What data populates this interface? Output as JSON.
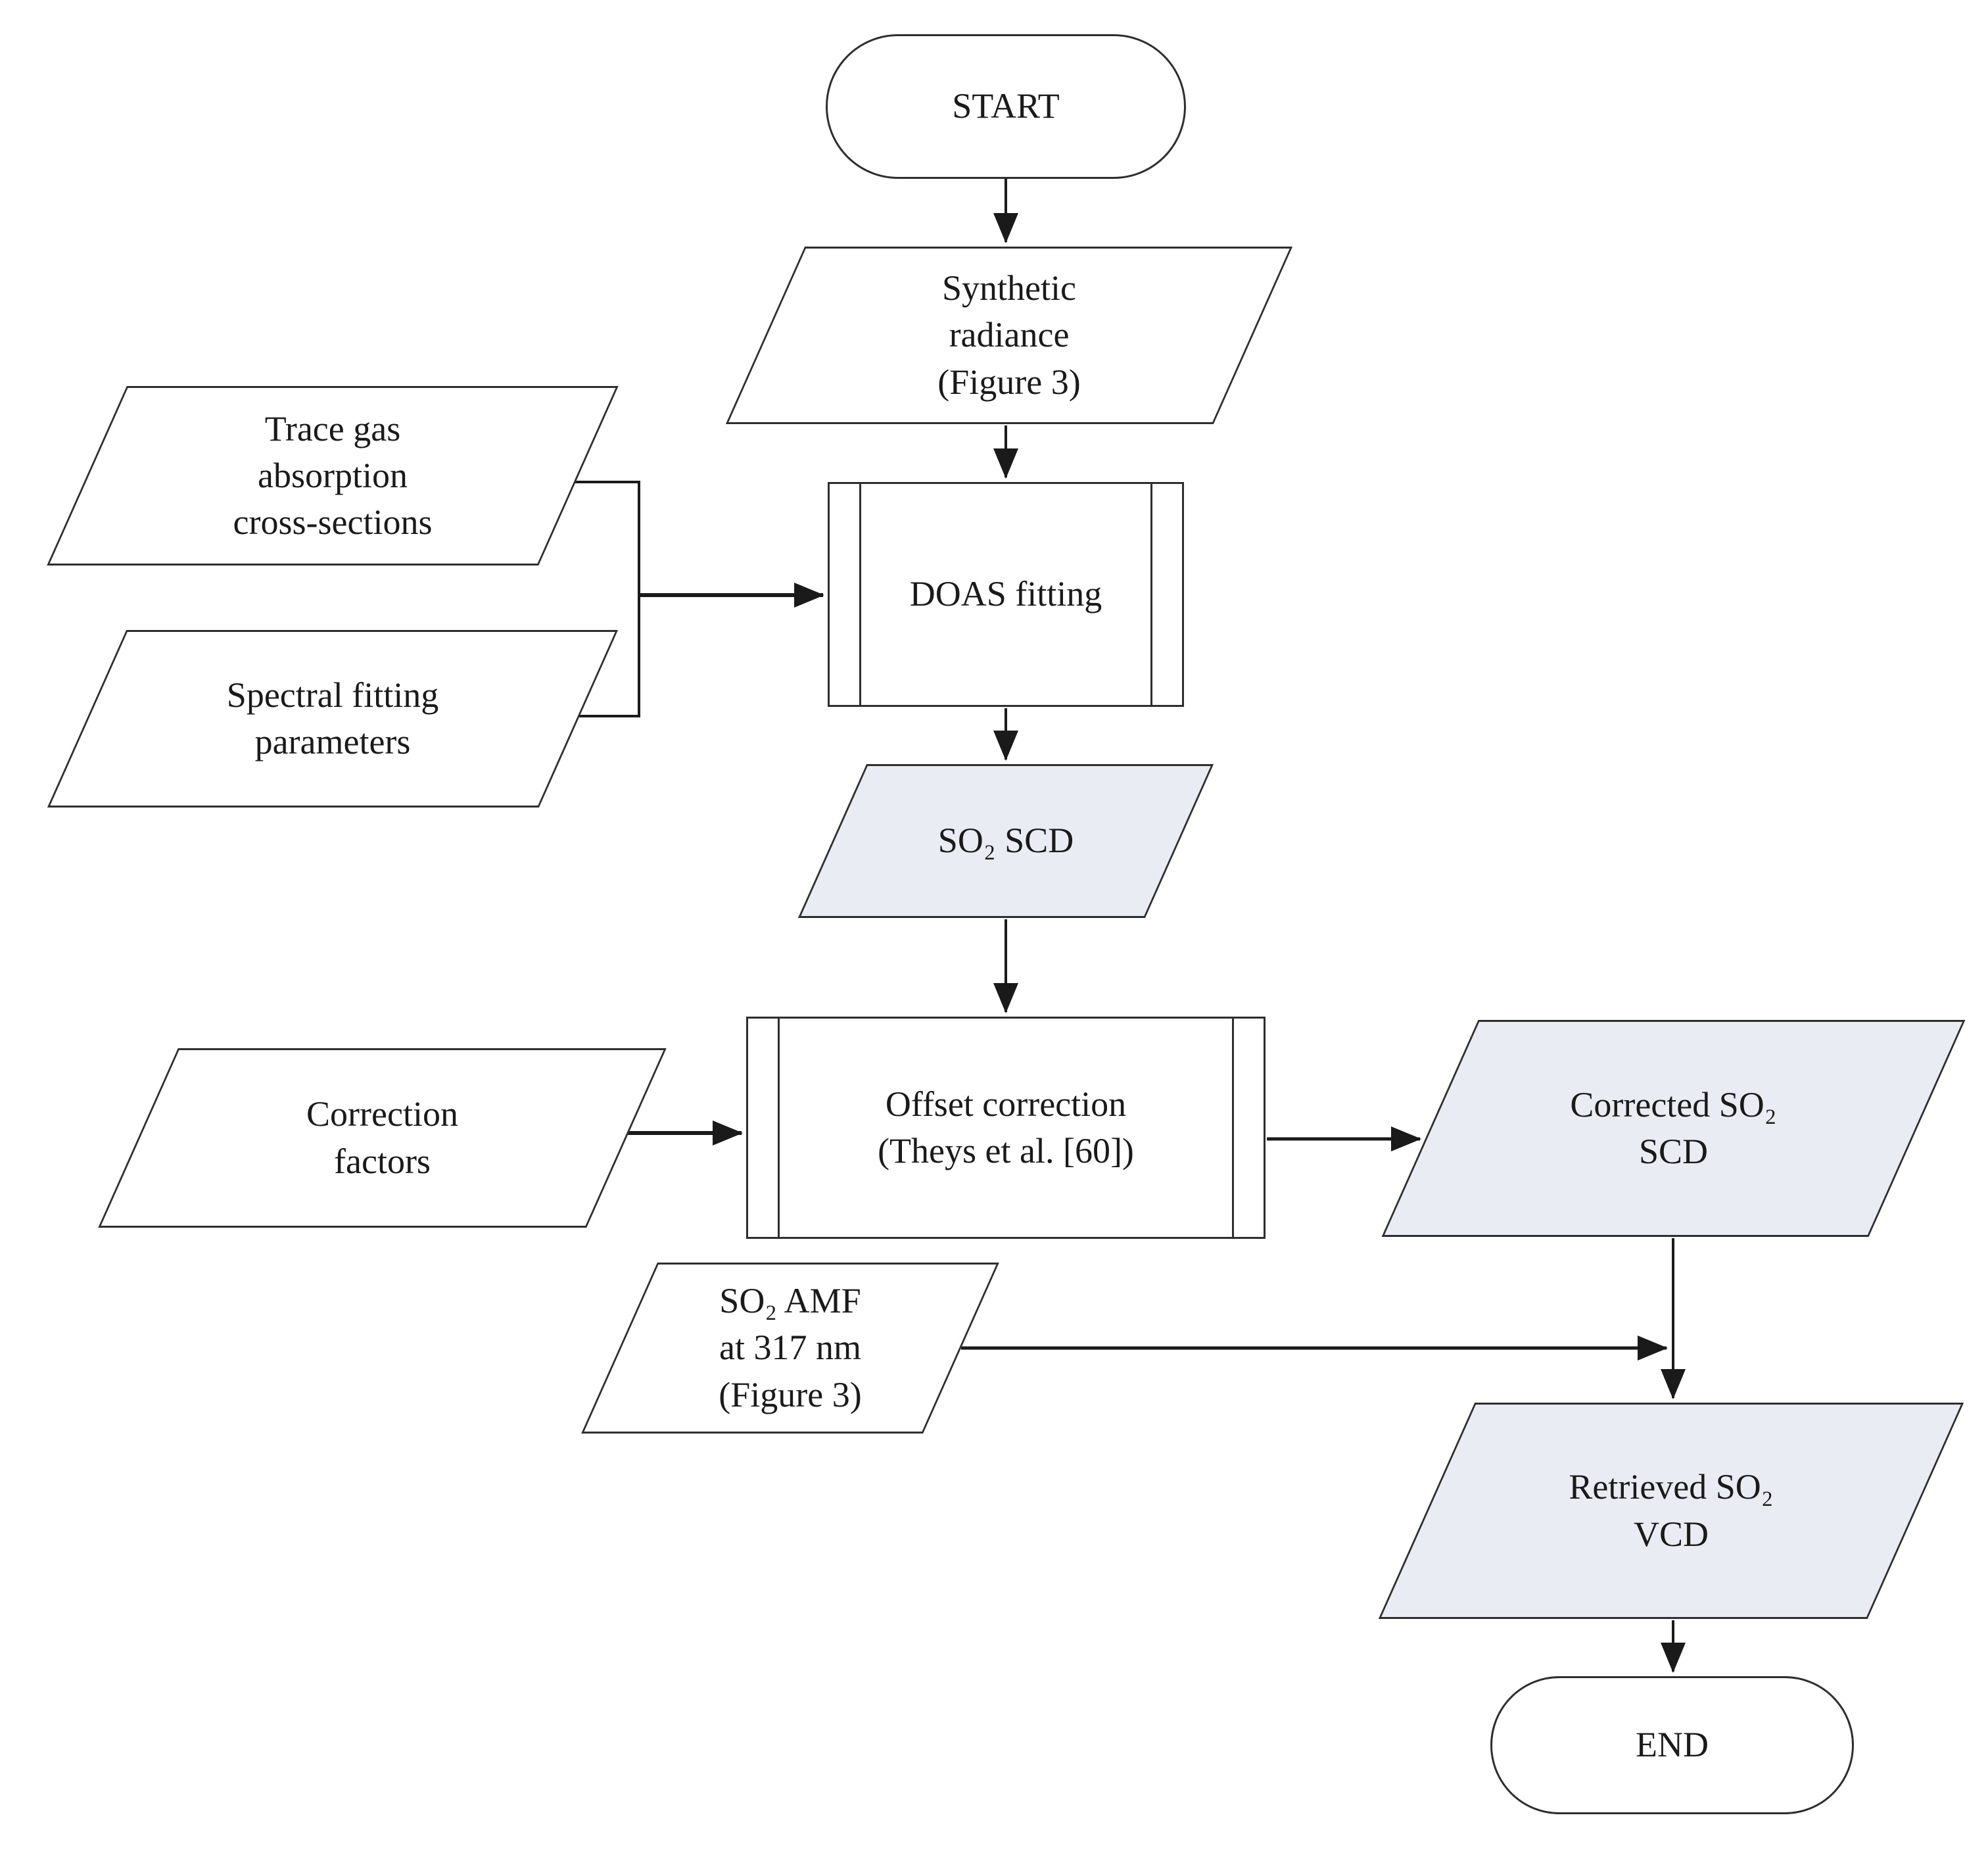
{
  "diagram": {
    "type": "flowchart",
    "background_color": "#ffffff",
    "line_color": "#2e2e2e",
    "shaded_fill_color": "#e9edf3",
    "white_fill_color": "#ffffff",
    "nodes": {
      "start": {
        "shape": "terminator",
        "label": "START"
      },
      "synthetic_radiance": {
        "shape": "parallelogram",
        "lines": [
          "Synthetic",
          "radiance",
          "(Figure 3)"
        ]
      },
      "trace_gas": {
        "shape": "parallelogram",
        "lines": [
          "Trace gas",
          "absorption",
          "cross-sections"
        ]
      },
      "spectral_fitting": {
        "shape": "parallelogram",
        "lines": [
          "Spectral fitting",
          "parameters"
        ]
      },
      "doas_fitting": {
        "shape": "predefined-process",
        "label": "DOAS fitting"
      },
      "so2_scd": {
        "shape": "parallelogram-shaded",
        "label": "SO₂ SCD"
      },
      "offset_correction": {
        "shape": "predefined-process",
        "lines": [
          "Offset correction",
          "(Theys et al. [60])"
        ]
      },
      "correction_factors": {
        "shape": "parallelogram",
        "lines": [
          "Correction",
          "factors"
        ]
      },
      "corrected_so2_scd": {
        "shape": "parallelogram-shaded",
        "lines": [
          "Corrected SO₂",
          "SCD"
        ]
      },
      "so2_amf": {
        "shape": "parallelogram",
        "lines": [
          "SO₂ AMF",
          "at 317 nm",
          "(Figure 3)"
        ]
      },
      "retrieved_so2_vcd": {
        "shape": "parallelogram-shaded",
        "lines": [
          "Retrieved SO₂",
          "VCD"
        ]
      },
      "end": {
        "shape": "terminator",
        "label": "END"
      }
    },
    "edges": [
      "START → Synthetic radiance",
      "Synthetic radiance → DOAS fitting",
      "Trace gas absorption cross-sections + Spectral fitting parameters → DOAS fitting",
      "DOAS fitting → SO₂ SCD",
      "SO₂ SCD → Offset correction",
      "Correction factors → Offset correction",
      "Offset correction → Corrected SO₂ SCD",
      "Corrected SO₂ SCD → Retrieved SO₂ VCD",
      "SO₂ AMF at 317 nm → Retrieved SO₂ VCD",
      "Retrieved SO₂ VCD → END"
    ]
  }
}
